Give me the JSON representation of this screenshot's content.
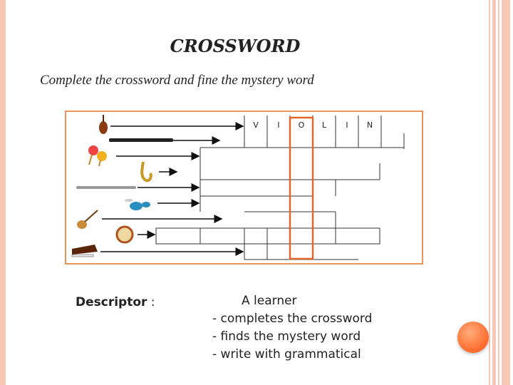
{
  "title": "CROSSWORD",
  "subtitle": "Complete the crossword and fine the mystery word",
  "crossword": {
    "first_answer": [
      "V",
      "I",
      "O",
      "L",
      "I",
      "N"
    ],
    "instrument_icons": [
      "violin-icon",
      "clarinet-icon",
      "maracas-icon",
      "saxophone-icon",
      "flute-icon",
      "drums-icon",
      "guitar-icon",
      "tambourine-icon",
      "piano-icon"
    ]
  },
  "descriptor": {
    "label": "Descriptor",
    "colon": " :",
    "intro": "A learner",
    "items": [
      "- completes the crossword",
      "- finds the mystery word",
      "- write with grammatical"
    ]
  },
  "colors": {
    "accent": "#e8935a",
    "highlight": "#e0662b",
    "stripe": "#f6c9b6"
  }
}
